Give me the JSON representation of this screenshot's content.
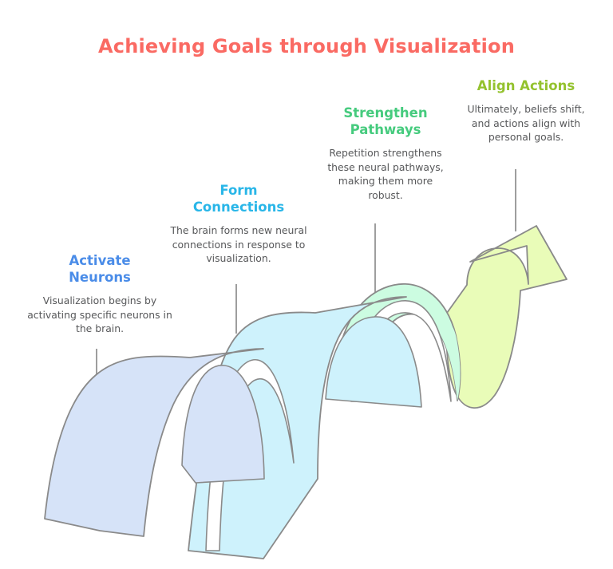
{
  "title": "Achieving Goals through Visualization",
  "title_color": "#fa6a63",
  "background_color": "#ffffff",
  "diagram": {
    "type": "ascending-wave-ribbon-with-arrow",
    "outline_color": "#8a8a8a",
    "connector_color": "#8d8d8d"
  },
  "steps": [
    {
      "heading": "Activate\nNeurons",
      "heading_line1": "Activate",
      "heading_line2": "Neurons",
      "body": "Visualization begins by activating specific neurons in the brain.",
      "heading_color": "#4a8ce8",
      "segment_color": "#d6e3f8"
    },
    {
      "heading": "Form\nConnections",
      "heading_line1": "Form",
      "heading_line2": "Connections",
      "body": "The brain forms new neural connections in response to visualization.",
      "heading_color": "#29b6e8",
      "segment_color": "#cef2fc"
    },
    {
      "heading": "Strengthen\nPathways",
      "heading_line1": "Strengthen",
      "heading_line2": "Pathways",
      "body": "Repetition strengthens these neural pathways, making them more robust.",
      "heading_color": "#46cb7e",
      "segment_color": "#ccfce1"
    },
    {
      "heading": "Align Actions",
      "heading_line1": "Align Actions",
      "heading_line2": "",
      "body": "Ultimately, beliefs shift, and actions align with personal goals.",
      "heading_color": "#94c22e",
      "segment_color": "#e9fcb8"
    }
  ]
}
